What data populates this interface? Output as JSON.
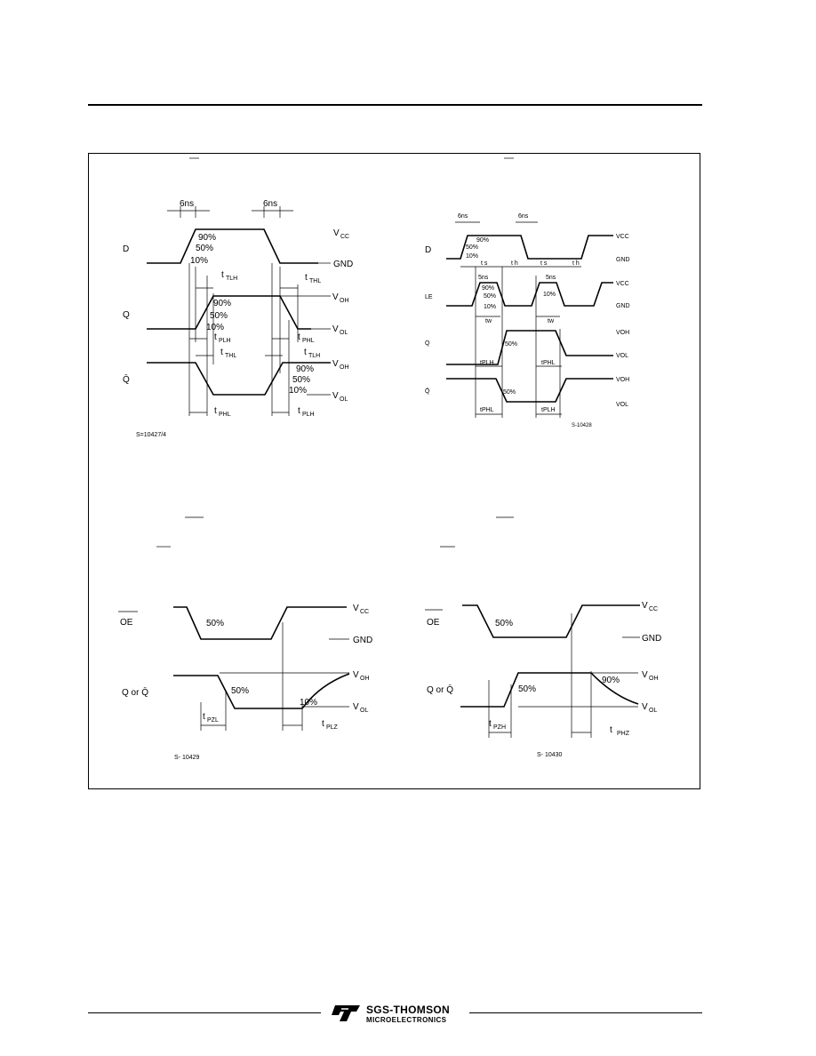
{
  "brand": {
    "name": "SGS-THOMSON",
    "subname": "MICROELECTRONICS",
    "logo_glyph": "ST"
  },
  "diagram1": {
    "id": "S=10427/4",
    "rise": "6ns",
    "fall": "6ns",
    "signals": [
      "D",
      "Q",
      "Q̄"
    ],
    "levels": [
      "V",
      "CC",
      "GND",
      "V",
      "OH",
      "V",
      "OL"
    ],
    "percents": [
      "90%",
      "50%",
      "10%"
    ],
    "timings": [
      "t",
      "TLH",
      "THL",
      "PLH",
      "PHL"
    ]
  },
  "diagram2": {
    "id": "S-10428",
    "rise": "6ns",
    "fall": "6ns",
    "signals": [
      "D",
      "LE",
      "Q",
      "Q̄"
    ],
    "timings": [
      "ts",
      "th",
      "tw"
    ]
  },
  "diagram3": {
    "id": "S- 10429",
    "signals": [
      "OE",
      "Q or Q̄"
    ],
    "percents": [
      "50%",
      "10%"
    ],
    "timings": [
      "PZL",
      "PLZ"
    ]
  },
  "diagram4": {
    "id": "S- 10430",
    "signals": [
      "OE",
      "Q or Q̄"
    ],
    "percents": [
      "50%",
      "90%"
    ],
    "timings": [
      "PZH",
      "PHZ"
    ]
  }
}
